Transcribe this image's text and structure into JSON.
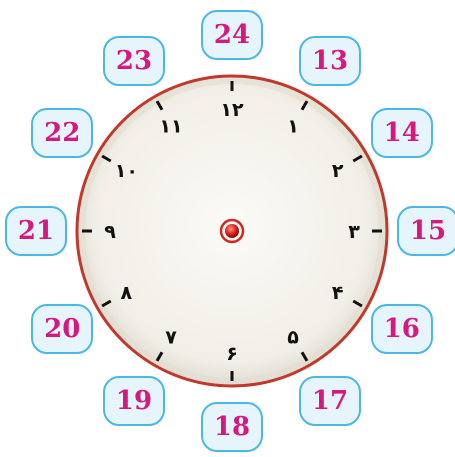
{
  "clock": {
    "dial_numbers": [
      "۱",
      "۲",
      "۳",
      "۴",
      "۵",
      "۶",
      "۷",
      "۸",
      "۹",
      "۱۰",
      "۱۱",
      "۱۲"
    ],
    "rim_color": "#c0392b",
    "face_color": "#f3f1ea",
    "center_color": "#d81f1f"
  },
  "outer_badges": [
    {
      "label": "13",
      "hour": 1
    },
    {
      "label": "14",
      "hour": 2
    },
    {
      "label": "15",
      "hour": 3
    },
    {
      "label": "16",
      "hour": 4
    },
    {
      "label": "17",
      "hour": 5
    },
    {
      "label": "18",
      "hour": 6
    },
    {
      "label": "19",
      "hour": 7
    },
    {
      "label": "20",
      "hour": 8
    },
    {
      "label": "21",
      "hour": 9
    },
    {
      "label": "22",
      "hour": 10
    },
    {
      "label": "23",
      "hour": 11
    },
    {
      "label": "24",
      "hour": 12
    }
  ],
  "colors": {
    "badge_text": "#d6197f",
    "badge_border": "#49b8e6",
    "badge_fill": "#e6f4fb"
  }
}
